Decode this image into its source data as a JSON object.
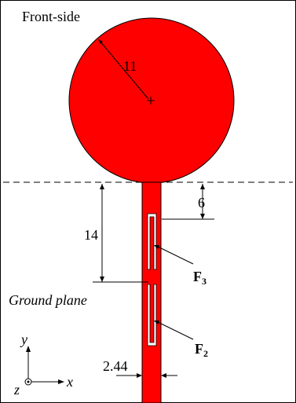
{
  "title": "Front-side",
  "ground_label": "Ground plane",
  "dimensions": {
    "radius": "11",
    "gap_top": "6",
    "slot_offset": "14",
    "feed_width": "2.44"
  },
  "ports": {
    "f3": {
      "letter": "F",
      "sub": "3"
    },
    "f2": {
      "letter": "F",
      "sub": "2"
    }
  },
  "axes": {
    "y": "y",
    "x": "x",
    "z": "z"
  },
  "colors": {
    "patch": "#ff0000",
    "outline": "#000000",
    "background": "#ffffff"
  }
}
